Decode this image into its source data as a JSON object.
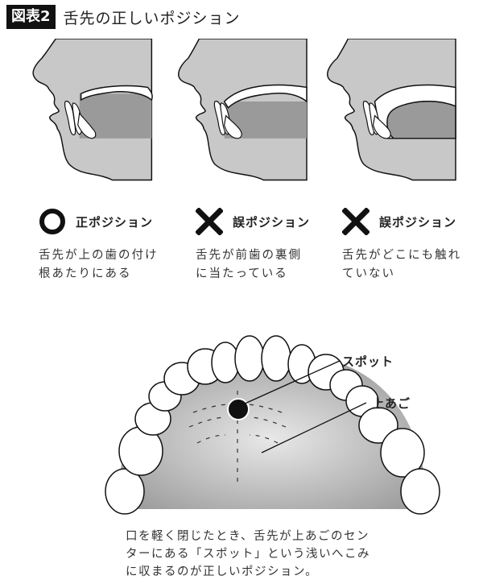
{
  "header": {
    "figure_label": "図表2",
    "title": "舌先の正しいポジション"
  },
  "positions": [
    {
      "mark_icon": "circle-icon",
      "label": "正ポジション",
      "description_lines": [
        "舌先が上の歯の付け",
        "根あたりにある"
      ]
    },
    {
      "mark_icon": "cross-icon",
      "label": "誤ポジション",
      "description_lines": [
        "舌先が前歯の裏側",
        "に当たっている"
      ]
    },
    {
      "mark_icon": "cross-icon",
      "label": "誤ポジション",
      "description_lines": [
        "舌先がどこにも触れ",
        "ていない"
      ]
    }
  ],
  "palate_diagram": {
    "callouts": {
      "spot": "スポット",
      "upper_palate": "上あご"
    }
  },
  "caption": {
    "lines": [
      "口を軽く閉じたとき、舌先が上あごのセン",
      "ターにある「スポット」という浅いへこみ",
      "に収まるのが正しいポジション。"
    ]
  },
  "colors": {
    "skin_gray": "#c8c8c8",
    "tongue_gray": "#9a9a9a",
    "outline": "#111111",
    "badge_bg": "#111111"
  }
}
